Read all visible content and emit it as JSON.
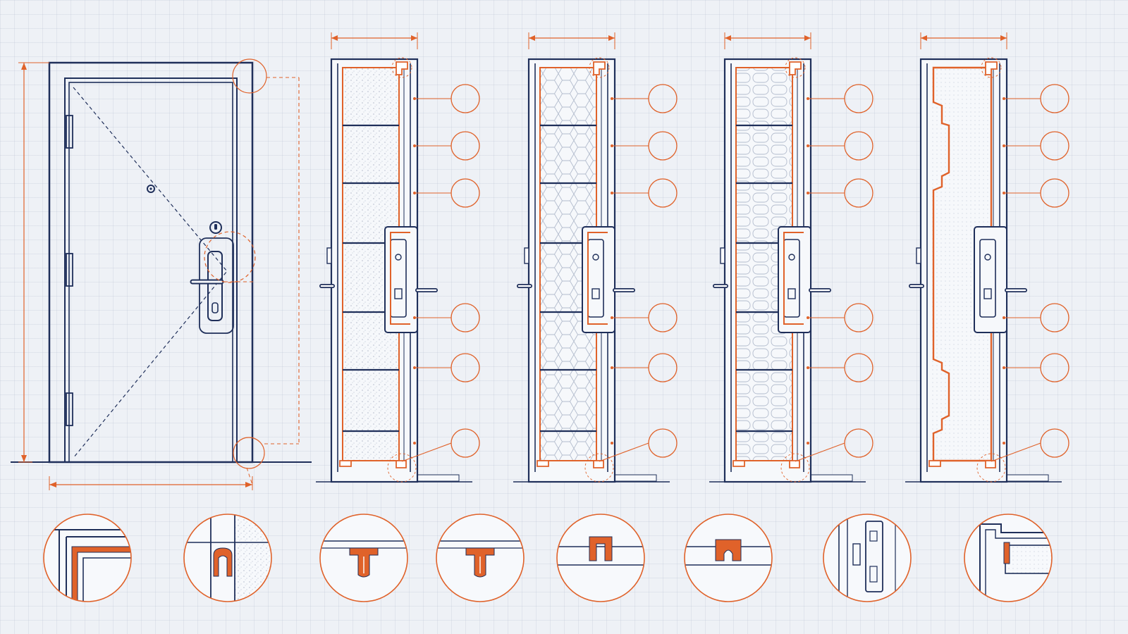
{
  "colors": {
    "navy": "#1f2f5a",
    "orange": "#e0622a",
    "background": "#eef1f6",
    "fill_light": "#f6f8fb"
  },
  "drawing": {
    "elevation": {
      "icons": [
        "hinge-icon",
        "door-viewer-icon",
        "lever-handle-icon",
        "lock-cylinder-icon"
      ]
    },
    "sections": [
      {
        "id": "section-1",
        "infill": "stippled-core",
        "callouts": 6
      },
      {
        "id": "section-2",
        "infill": "honeycomb-core",
        "callouts": 6
      },
      {
        "id": "section-3",
        "infill": "cellular-core",
        "callouts": 6
      },
      {
        "id": "section-4",
        "infill": "solid-core-stepped-skin",
        "callouts": 6
      }
    ],
    "details": [
      {
        "id": "detail-1",
        "subject": "frame-corner"
      },
      {
        "id": "detail-2",
        "subject": "edge-seal-profile"
      },
      {
        "id": "detail-3",
        "subject": "t-seal-profile"
      },
      {
        "id": "detail-4",
        "subject": "t-seal-profile"
      },
      {
        "id": "detail-5",
        "subject": "threshold-seal"
      },
      {
        "id": "detail-6",
        "subject": "threshold-seal"
      },
      {
        "id": "detail-7",
        "subject": "lock-case"
      },
      {
        "id": "detail-8",
        "subject": "frame-rebate"
      }
    ]
  }
}
